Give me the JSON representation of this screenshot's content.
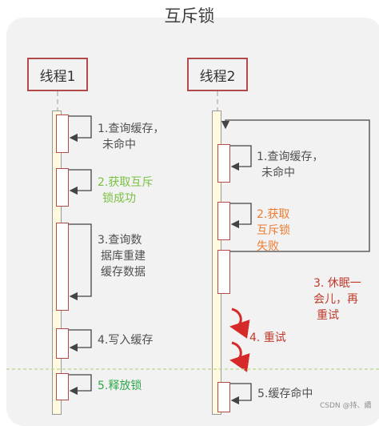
{
  "title": "互斥锁",
  "threads": [
    "线程1",
    "线程2"
  ],
  "thread1_steps": [
    {
      "line1": "1.查询缓存，",
      "line2": "未命中",
      "color": "gray"
    },
    {
      "line1": "2.获取互斥",
      "line2": "锁成功",
      "color": "green"
    },
    {
      "line1": "3.查询数",
      "line2": "据库重建",
      "line3": "缓存数据",
      "color": "gray"
    },
    {
      "line1": "4.写入缓存",
      "color": "gray"
    },
    {
      "line1": "5.释放锁",
      "color": "teal"
    }
  ],
  "thread2_steps": [
    {
      "line1": "1.查询缓存，",
      "line2": "未命中",
      "color": "gray"
    },
    {
      "line1": "2.获取",
      "line2": "互斥锁",
      "line3": "失败",
      "color": "orange"
    },
    {
      "line1": "3. 休眠一",
      "line2": "会儿，再",
      "line3": "重试",
      "color": "red"
    },
    {
      "line1": "4. 重试",
      "color": "red"
    },
    {
      "line1": "5.缓存命中",
      "color": "gray"
    }
  ],
  "watermark": "CSDN @持、續",
  "colors": {
    "box_border": "#b34a4a",
    "arrow_red": "#d62a2a",
    "lifeline": "#fff9e0"
  }
}
